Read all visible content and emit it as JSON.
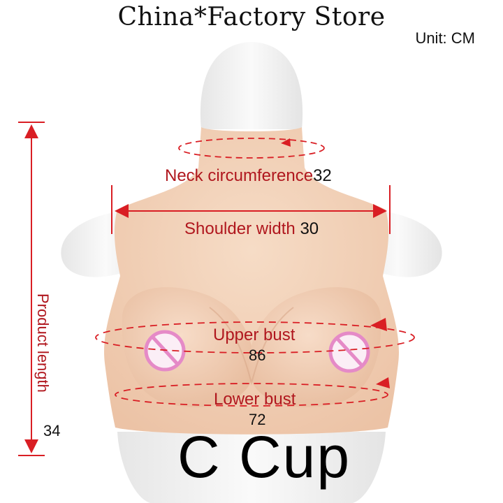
{
  "header": {
    "store_name": "China*Factory Store",
    "unit": "Unit: CM"
  },
  "measurements": {
    "neck": {
      "label": "Neck circumference",
      "value": "32"
    },
    "shoulder": {
      "label": "Shoulder width",
      "value": "30"
    },
    "upper_bust": {
      "label": "Upper bust",
      "value": "86"
    },
    "lower_bust": {
      "label": "Lower bust",
      "value": "72"
    },
    "length": {
      "label": "Product length",
      "value": "34"
    }
  },
  "cup": {
    "label": "C Cup"
  },
  "colors": {
    "skin": "#f2cfb4",
    "skin_shadow": "#e3b596",
    "mannequin": "#f1f1f1",
    "accent_red": "#d91e24",
    "label_red": "#b0171e",
    "censor_pink": "#e58ac7"
  },
  "icons": [
    "up-down-arrow-icon",
    "left-right-arrow-icon",
    "circumference-arrow-icon",
    "censor-icon"
  ]
}
